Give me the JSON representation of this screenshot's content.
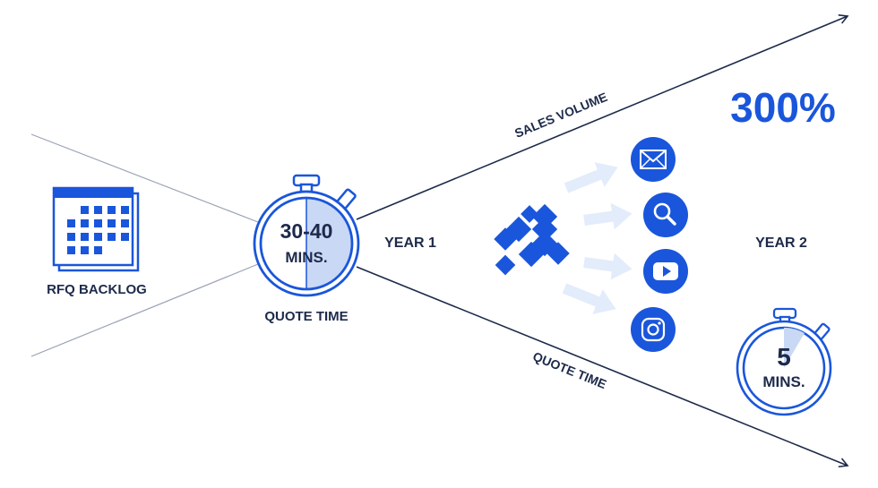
{
  "labels": {
    "rfq_backlog": "RFQ BACKLOG",
    "quote_time_left": "QUOTE TIME",
    "timer_large_line1": "30-40",
    "timer_large_line2": "MINS.",
    "year1": "YEAR 1",
    "year2": "YEAR 2",
    "sales_volume": "SALES VOLUME",
    "quote_time_axis": "QUOTE TIME",
    "percent": "300%",
    "timer_small_line1": "5",
    "timer_small_line2": "MINS."
  },
  "channels": [
    "email-icon",
    "search-icon",
    "video-play-icon",
    "camera-social-icon"
  ],
  "colors": {
    "brand_blue": "#1a56db",
    "light_blue": "#c9d8f5",
    "arrow_light": "#e3ecfb",
    "navy": "#1d2a4a",
    "gray_line": "#9aa3b5"
  }
}
